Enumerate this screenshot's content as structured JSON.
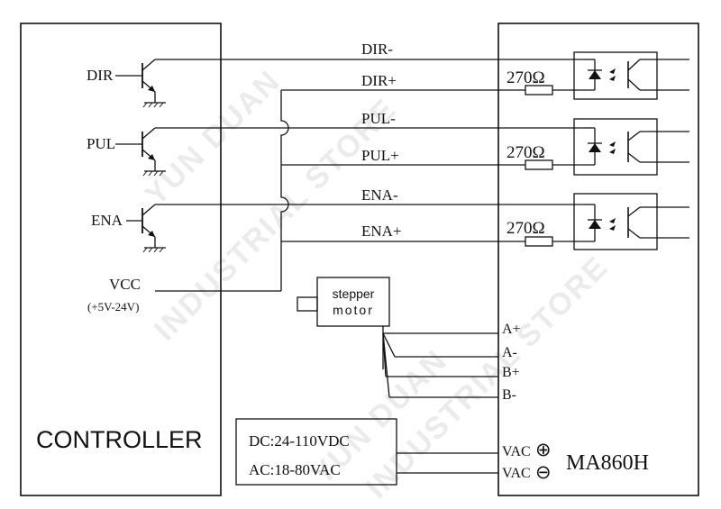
{
  "controller": {
    "label": "CONTROLLER",
    "inputs": [
      "DIR",
      "PUL",
      "ENA"
    ],
    "vcc_label": "VCC",
    "vcc_range": "(+5V-24V)"
  },
  "signals": [
    "DIR-",
    "DIR+",
    "PUL-",
    "PUL+",
    "ENA-",
    "ENA+"
  ],
  "resistor_label": "270Ω",
  "motor": {
    "line1": "stepper",
    "line2": "motor"
  },
  "motor_terminals": [
    "A+",
    "A-",
    "B+",
    "B-"
  ],
  "power": {
    "dc": "DC:24-110VDC",
    "ac": "AC:18-80VAC",
    "vac_plus": "VAC",
    "vac_minus": "VAC",
    "plus_symbol": "⊕",
    "minus_symbol": "⊖"
  },
  "driver": {
    "model": "MA860H"
  },
  "watermark": [
    "YUN DUAN",
    "INDUSTRIAL STORE"
  ],
  "colors": {
    "line": "#111111",
    "background": "#ffffff",
    "watermark": "#c8c8c8"
  }
}
